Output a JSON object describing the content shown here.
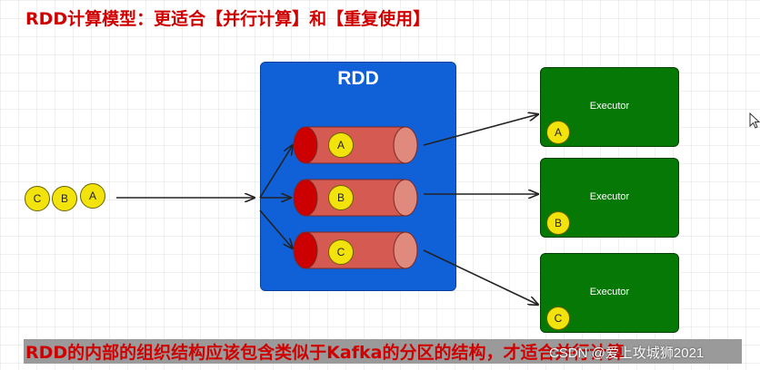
{
  "title": "RDD计算模型：更适合【并行计算】和【重复使用】",
  "rdd": {
    "label": "RDD",
    "partitions": [
      "A",
      "B",
      "C"
    ]
  },
  "input": {
    "items": [
      "C",
      "B",
      "A"
    ]
  },
  "executors": [
    {
      "label": "Executor",
      "partition": "A"
    },
    {
      "label": "Executor",
      "partition": "B"
    },
    {
      "label": "Executor",
      "partition": "C"
    }
  ],
  "footer": "RDD的内部的组织结构应该包含类似于Kafka的分区的结构，才适合并行计算",
  "watermark": "CSDN @爱上攻城狮2021",
  "icons": {
    "cursor": "mouse-pointer-icon"
  },
  "colors": {
    "title": "#d10000",
    "rdd_box": "#1060d8",
    "executor": "#057805",
    "partition_body": "#d45a52",
    "partition_cap_left": "#cc0000",
    "partition_cap_right": "#e08a7e",
    "token": "#f3e30c"
  }
}
